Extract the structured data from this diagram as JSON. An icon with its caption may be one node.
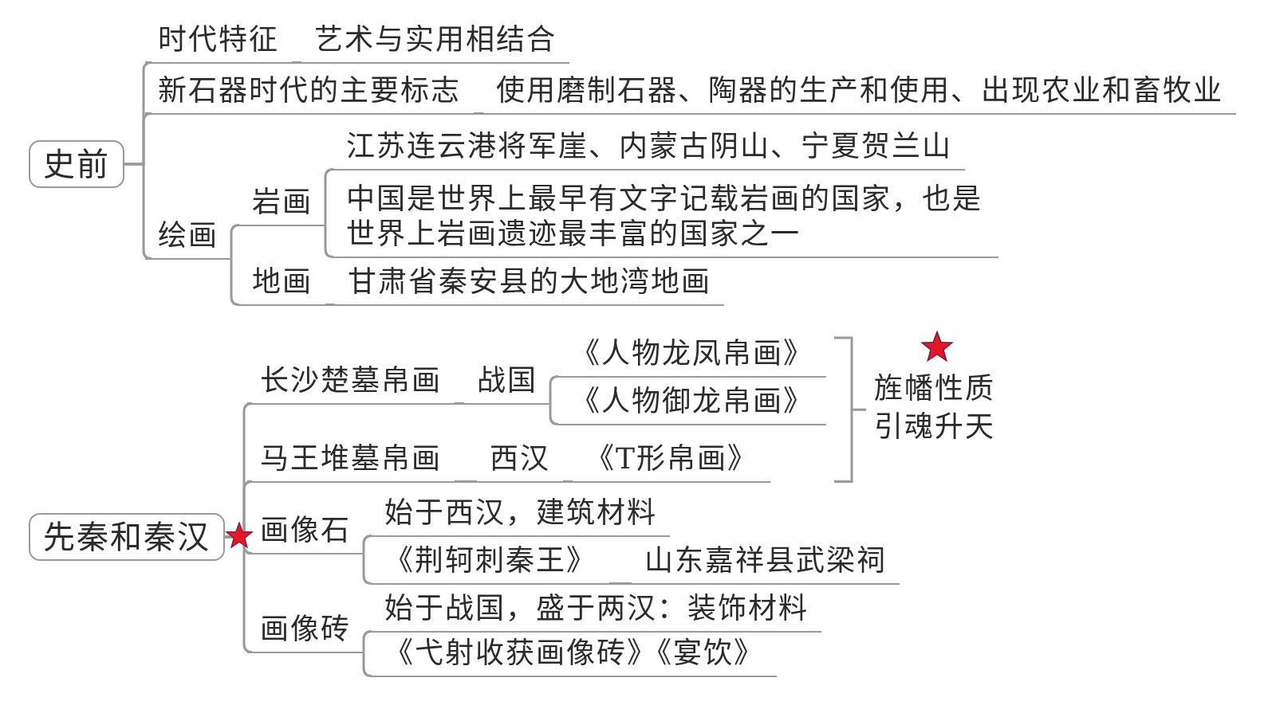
{
  "diagram": {
    "nodes": [
      {
        "text": [
          "史前"
        ]
      },
      {
        "text": [
          "时代特征"
        ]
      },
      {
        "text": [
          "艺术与实用相结合"
        ]
      },
      {
        "text": [
          "新石器时代的主要标志"
        ]
      },
      {
        "text": [
          "使用磨制石器、陶器的生产和使用、出现农业和畜牧业"
        ]
      },
      {
        "text": [
          "绘画"
        ]
      },
      {
        "text": [
          "岩画"
        ]
      },
      {
        "text": [
          "江苏连云港将军崖、内蒙古阴山、宁夏贺兰山"
        ]
      },
      {
        "text": [
          "中国是世界上最早有文字记载岩画的国家，也是世界上岩画遗迹最丰富的国家之一"
        ]
      },
      {
        "text": [
          "地画"
        ]
      },
      {
        "text": [
          "甘肃省秦安县的大地湾地画"
        ]
      },
      {
        "text": [
          "先秦和秦汉"
        ]
      },
      {
        "text": [
          "长沙楚墓帛画"
        ]
      },
      {
        "text": [
          "战国"
        ]
      },
      {
        "text": [
          "《人物龙凤帛画》"
        ]
      },
      {
        "text": [
          "《人物御龙帛画》"
        ]
      },
      {
        "text": [
          "马王堆墓帛画"
        ]
      },
      {
        "text": [
          "西汉"
        ]
      },
      {
        "text": [
          "《T形帛画》"
        ]
      },
      {
        "text": [
          "旌幡性质引魂升天"
        ]
      },
      {
        "text": [
          "画像石"
        ]
      },
      {
        "text": [
          "始于西汉，建筑材料"
        ]
      },
      {
        "text": [
          "《荆轲刺秦王》"
        ]
      },
      {
        "text": [
          "山东嘉祥县武梁祠"
        ]
      },
      {
        "text": [
          "画像砖"
        ]
      },
      {
        "text": [
          "始于战国，盛于两汉：装饰材料"
        ]
      },
      {
        "text": [
          "《弋射收获画像砖》《宴饮》"
        ]
      }
    ],
    "edges": [
      {
        "from": 0,
        "to": 1,
        "arrow": "none"
      },
      {
        "from": 1,
        "to": 2,
        "arrow": "none"
      },
      {
        "from": 0,
        "to": 3,
        "arrow": "none"
      },
      {
        "from": 3,
        "to": 4,
        "arrow": "none"
      },
      {
        "from": 0,
        "to": 5,
        "arrow": "none"
      },
      {
        "from": 5,
        "to": 6,
        "arrow": "none"
      },
      {
        "from": 6,
        "to": 7,
        "arrow": "none"
      },
      {
        "from": 6,
        "to": 8,
        "arrow": "none"
      },
      {
        "from": 5,
        "to": 9,
        "arrow": "none"
      },
      {
        "from": 9,
        "to": 10,
        "arrow": "none"
      },
      {
        "from": 11,
        "to": 12,
        "arrow": "none"
      },
      {
        "from": 12,
        "to": 13,
        "arrow": "none"
      },
      {
        "from": 13,
        "to": 14,
        "arrow": "none"
      },
      {
        "from": 13,
        "to": 15,
        "arrow": "none"
      },
      {
        "from": 11,
        "to": 16,
        "arrow": "none"
      },
      {
        "from": 16,
        "to": 17,
        "arrow": "none"
      },
      {
        "from": 17,
        "to": 18,
        "arrow": "none"
      },
      {
        "from": 11,
        "to": 20,
        "arrow": "none"
      },
      {
        "from": 20,
        "to": 21,
        "arrow": "none"
      },
      {
        "from": 20,
        "to": 22,
        "arrow": "none"
      },
      {
        "from": 22,
        "to": 23,
        "arrow": "none"
      },
      {
        "from": 11,
        "to": 24,
        "arrow": "none"
      },
      {
        "from": 24,
        "to": 25,
        "arrow": "none"
      },
      {
        "from": 24,
        "to": 26,
        "arrow": "none"
      }
    ]
  }
}
